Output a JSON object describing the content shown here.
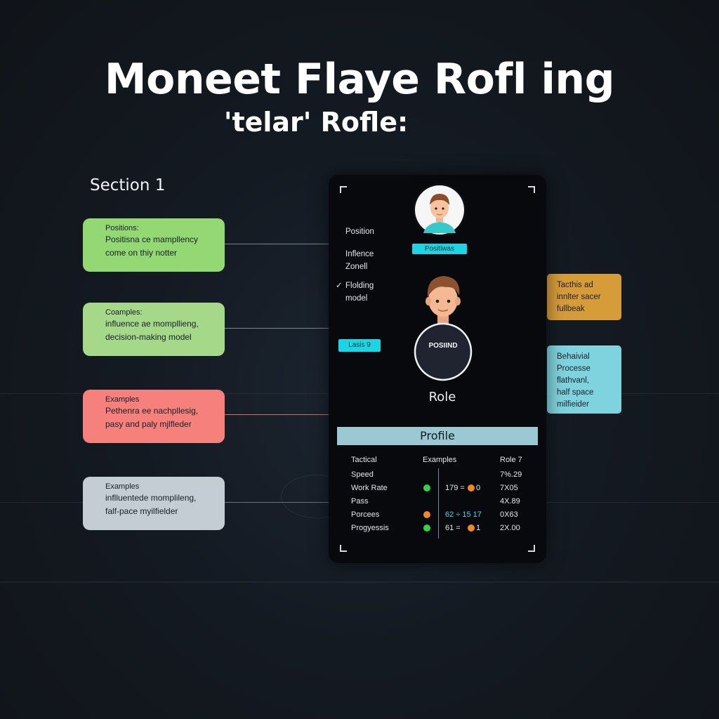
{
  "header": {
    "title": "Moneet Flaye Rofl ing",
    "subtitle": "'telar' Rofle:"
  },
  "section_label": "Section 1",
  "callouts": [
    {
      "line1": "Positions:",
      "line2": "Positisna ce mampllency",
      "line3": "come on thiy notter",
      "color": "#93d872"
    },
    {
      "line1": "Coamples:",
      "line2": "influence ae mompllieng,",
      "line3": "decision-making model",
      "color": "#a6d88a"
    },
    {
      "line1": "Examples",
      "line2": "Pethenra ee nachpllesig,",
      "line3": "pasy and paly mjlfleder",
      "color": "#f5807c"
    },
    {
      "line1": "Examples",
      "line2": "inflluentede momplileng,",
      "line3": "falf-pace myilfielder",
      "color": "#c3cdd3"
    }
  ],
  "side_tags": [
    {
      "lines": [
        "Tacthis ad",
        "innlter sacer",
        "fullbeak"
      ],
      "color": "#d79c3a"
    },
    {
      "lines": [
        "Behaivial",
        "Processe",
        "flathvanl,",
        "half space",
        "milfieider"
      ],
      "color": "#7fd3de"
    }
  ],
  "panel": {
    "menu": [
      "Position",
      "Inflence",
      "Zonell",
      "Flolding",
      "model"
    ],
    "menu_check": "✓",
    "position_tag": "Positiwas",
    "label_tag": "Lasis 9",
    "badge_text": "POSIIND",
    "role": "Role",
    "profile": "Profile",
    "table": {
      "headers": [
        "Tactical",
        "Examples",
        "Role 7"
      ],
      "rows": [
        {
          "name": "Speed",
          "dot1": "",
          "mid": "",
          "dot2": "",
          "mid2": "",
          "value": "7%.29"
        },
        {
          "name": "Work Rate",
          "dot1": "#31d34e",
          "mid": "179 =",
          "dot2": "#f4891e",
          "mid2": "0",
          "value": "7X05"
        },
        {
          "name": "Pass",
          "dot1": "",
          "mid": "",
          "dot2": "",
          "mid2": "",
          "value": "4X.89"
        },
        {
          "name": "Porcees",
          "dot1": "#f4891e",
          "mid": "62 ÷ 15 17",
          "dot2": "",
          "mid2": "",
          "value": "0X63"
        },
        {
          "name": "Progyessis",
          "dot1": "#31d34e",
          "mid": "61 =",
          "dot2": "#f4891e",
          "mid2": "1",
          "value": "2X.00"
        }
      ]
    },
    "colors": {
      "accent": "#1ad6e4",
      "panel_bg": "#07090c",
      "profile_bar": "#9cc8d3"
    }
  },
  "icons": [
    "avatar-small-icon",
    "avatar-large-icon",
    "check-icon",
    "corner-bracket-icon"
  ]
}
